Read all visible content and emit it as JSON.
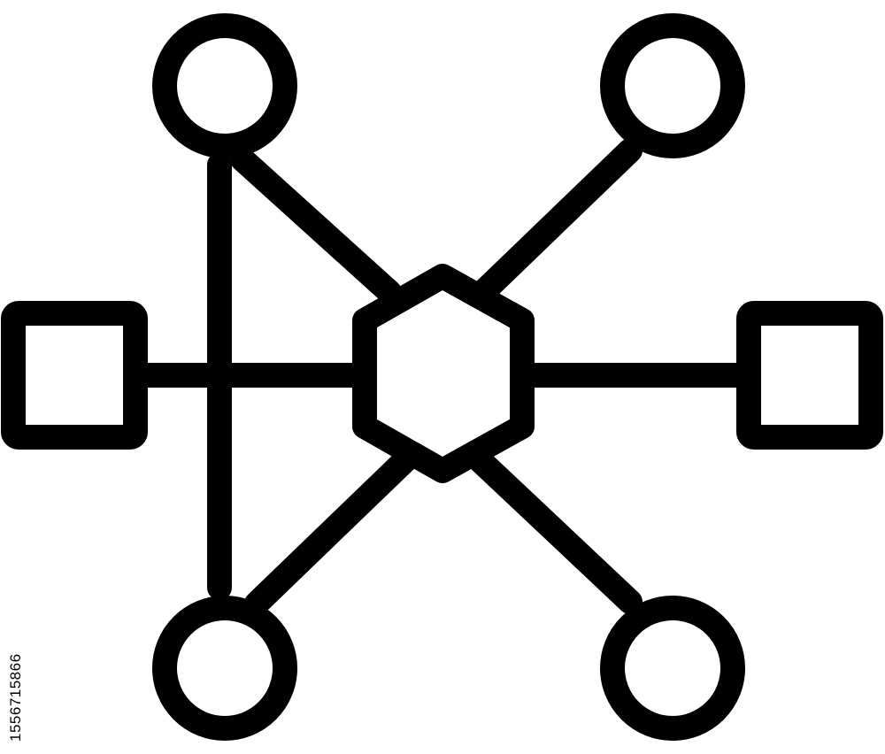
{
  "icon": {
    "name": "network-hub-icon",
    "stroke_color": "#000000",
    "background_color": "#ffffff",
    "nodes": {
      "hub": "hexagon",
      "top_left": "circle",
      "top_right": "circle",
      "bottom_left": "circle",
      "bottom_right": "circle",
      "left": "square",
      "right": "square"
    }
  },
  "watermark": {
    "stock_id": "1556715866"
  }
}
